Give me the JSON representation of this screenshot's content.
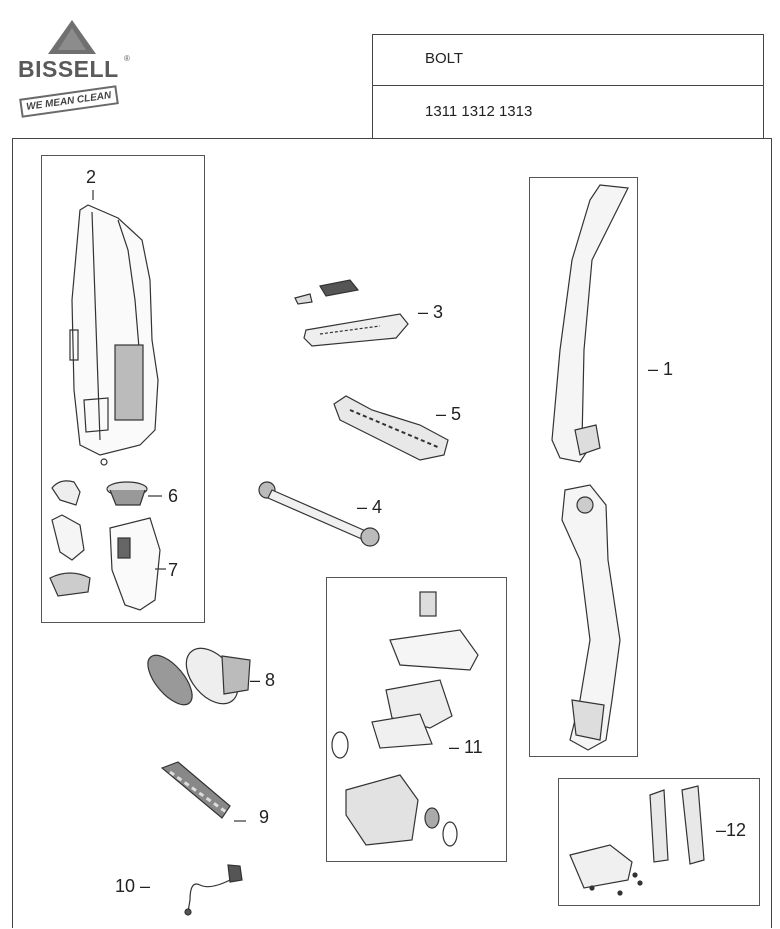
{
  "brand": {
    "name": "BISSELL",
    "registered_mark": "®",
    "tagline": "WE MEAN CLEAN",
    "colors": {
      "logo_gray": "#5a5a5a",
      "line": "#444444"
    }
  },
  "header": {
    "product_name": "BOLT",
    "model_numbers": "1311 1312  1313"
  },
  "callouts": {
    "c1": "– 1",
    "c2": "2",
    "c3": "– 3",
    "c4": "– 4",
    "c5": "– 5",
    "c6": "6",
    "c7": "7",
    "c8": "– 8",
    "c9": "9",
    "c10": "10 –",
    "c11": "– 11",
    "c12": "–12"
  }
}
